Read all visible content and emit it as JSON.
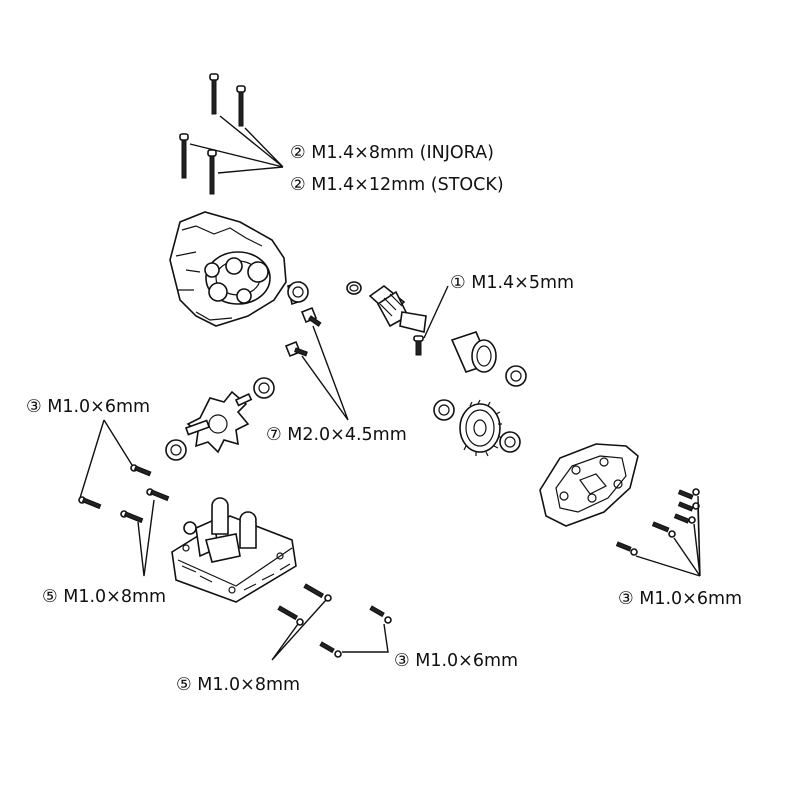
{
  "callouts": {
    "gearbox_screws_injora": "② M1.4×8mm (INJORA)",
    "gearbox_screws_stock": "② M1.4×12mm (STOCK)",
    "pinion_screw": "① M1.4×5mm",
    "shaft_screws": "⑦ M2.0×4.5mm",
    "chassis_screws_left_top": "③ M1.0×6mm",
    "chassis_screws_left_bottom": "⑤ M1.0×8mm",
    "cover_screws": "③ M1.0×6mm",
    "bottom_screws_short": "③ M1.0×6mm",
    "bottom_screws_long": "⑤ M1.0×8mm"
  },
  "colors": {
    "line": "#111111",
    "background": "#ffffff"
  }
}
